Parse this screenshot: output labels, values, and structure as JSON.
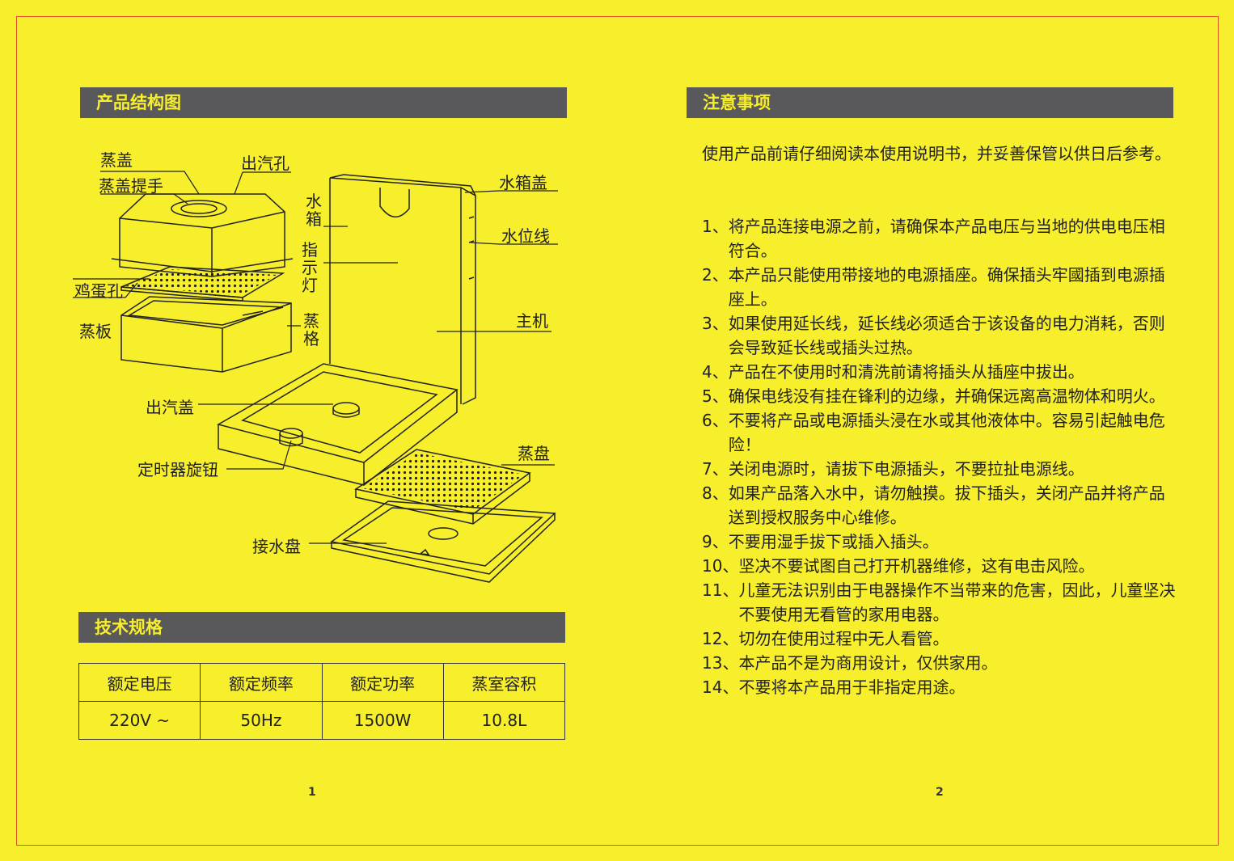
{
  "left": {
    "structure_title": "产品结构图",
    "labels": {
      "steam_lid": "蒸盖",
      "vent_hole": "出汽孔",
      "lid_handle": "蒸盖提手",
      "tank_lid": "水箱盖",
      "water_tank": "水箱",
      "water_line": "水位线",
      "indicator_light": "指示灯",
      "egg_hole": "鸡蛋孔",
      "steam_rack": "蒸格",
      "steam_plate": "蒸板",
      "main_unit": "主机",
      "steam_outlet_cap": "出汽盖",
      "steam_tray": "蒸盘",
      "timer_knob": "定时器旋钮",
      "drip_tray": "接水盘"
    },
    "spec_title": "技术规格",
    "spec_headers": [
      "额定电压",
      "额定频率",
      "额定功率",
      "蒸室容积"
    ],
    "spec_values": [
      "220V ~",
      "50Hz",
      "1500W",
      "10.8L"
    ],
    "page_number": "1"
  },
  "right": {
    "title": "注意事项",
    "intro": "使用产品前请仔细阅读本使用说明书，并妥善保管以供日后参考。",
    "notes": [
      {
        "num": "1、",
        "text": "将产品连接电源之前，请确保本产品电压与当地的供电电压相符合。"
      },
      {
        "num": "2、",
        "text": "本产品只能使用带接地的电源插座。确保插头牢國插到电源插座上。"
      },
      {
        "num": "3、",
        "text": "如果使用延长线，延长线必须适合于该设备的电力消耗，否则会导致延长线或插头过热。"
      },
      {
        "num": "4、",
        "text": "产品在不使用时和清洗前请将插头从插座中拔出。"
      },
      {
        "num": "5、",
        "text": "确保电线没有挂在锋利的边缘，并确保远离高温物体和明火。"
      },
      {
        "num": "6、",
        "text": "不要将产品或电源插头浸在水或其他液体中。容易引起触电危险！"
      },
      {
        "num": "7、",
        "text": "关闭电源时，请拔下电源插头，不要拉扯电源线。"
      },
      {
        "num": "8、",
        "text": "如果产品落入水中，请勿触摸。拔下插头，关闭产品并将产品送到授权服务中心维修。"
      },
      {
        "num": "9、",
        "text": "不要用湿手拔下或插入插头。"
      },
      {
        "num": "10、",
        "text": "坚决不要试图自己打开机器维修，这有电击风险。"
      },
      {
        "num": "11、",
        "text": "儿童无法识别由于电器操作不当带来的危害，因此，儿童坚决不要使用无看管的家用电器。"
      },
      {
        "num": "12、",
        "text": "切勿在使用过程中无人看管。"
      },
      {
        "num": "13、",
        "text": "本产品不是为商用设计，仅供家用。"
      },
      {
        "num": "14、",
        "text": "不要将本产品用于非指定用途。"
      }
    ],
    "page_number": "2"
  },
  "colors": {
    "background": "#f7ee2c",
    "bar": "#59595b",
    "bar_text": "#f7ee2c",
    "border": "#e0501e"
  }
}
